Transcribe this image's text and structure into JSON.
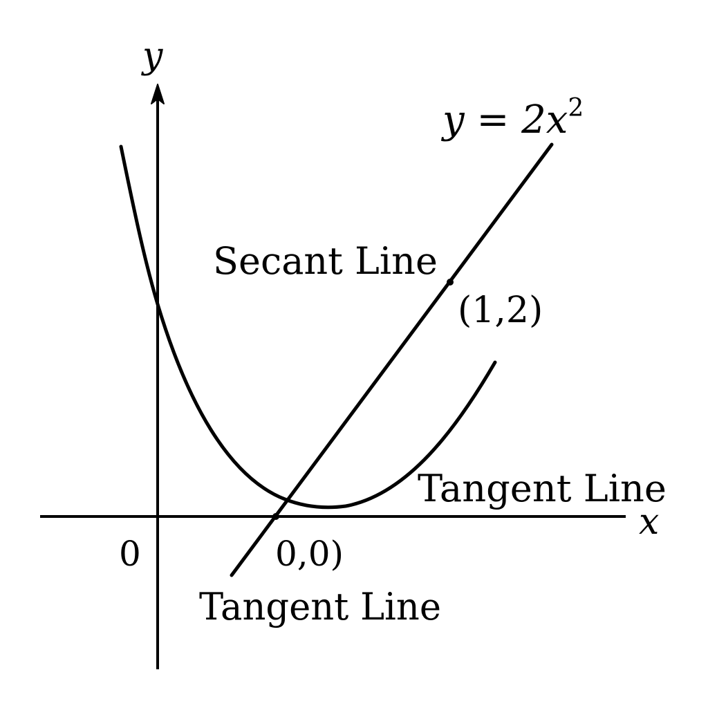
{
  "axes": {
    "x_label": "x",
    "y_label": "y",
    "origin_label": "0"
  },
  "curve": {
    "equation_prefix": "y = 2x",
    "equation_exponent": "2"
  },
  "labels": {
    "secant_line": "Secant Line",
    "point_1_2": "(1,2)",
    "tangent_line_right": "Tangent Line",
    "point_0_0": "0,0)",
    "tangent_line_bottom": "Tangent Line"
  },
  "colors": {
    "stroke": "#000000",
    "background": "#ffffff"
  }
}
